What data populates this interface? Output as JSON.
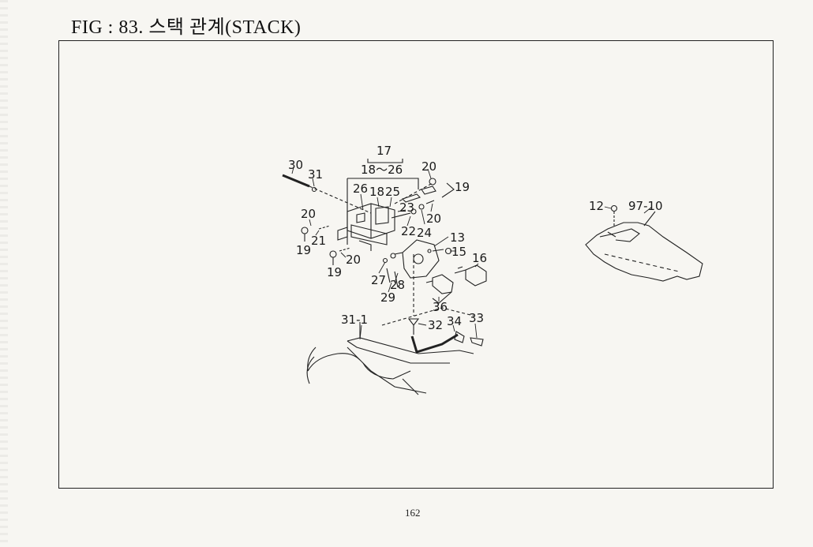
{
  "title": "FIG : 83. 스택 관계(STACK)",
  "page_number": "162",
  "callouts": {
    "c17": "17",
    "c18_26": "18～26",
    "c20a": "20",
    "c19a": "19",
    "c30": "30",
    "c31": "31",
    "c26": "26",
    "c18": "18",
    "c25": "25",
    "c23": "23",
    "c20b": "20",
    "c20c": "20",
    "c21": "21",
    "c19b": "19",
    "c22": "22",
    "c24": "24",
    "c13": "13",
    "c15": "15",
    "c16": "16",
    "c20d": "20",
    "c19c": "19",
    "c27": "27",
    "c28": "28",
    "c29": "29",
    "c36": "36",
    "c31_1": "31-1",
    "c32": "32",
    "c34": "34",
    "c33": "33",
    "c12": "12",
    "c97_10": "97-10"
  }
}
